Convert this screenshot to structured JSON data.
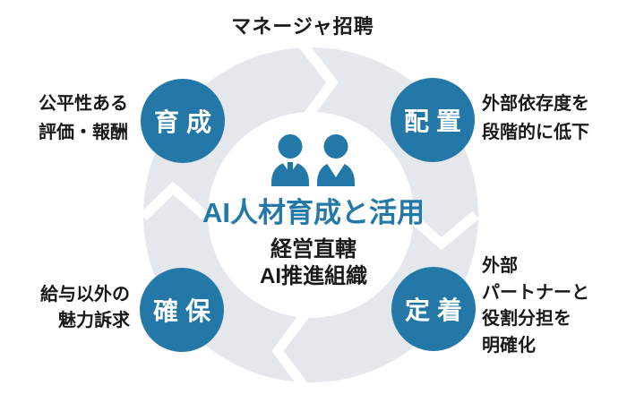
{
  "colors": {
    "accent_blue": "#2478a8",
    "ring_gray": "#e4e7ec",
    "text_dark": "#1a1a1a"
  },
  "diagram": {
    "top_label": "マネージャ招聘",
    "center": {
      "icon": "two-businesspeople-icon",
      "title": "AI人材育成と活用",
      "subtitle_lines": [
        "経営直轄",
        "AI推進組織"
      ]
    },
    "nodes": [
      {
        "id": "ikusei",
        "label": "育成",
        "note_lines": [
          "公平性ある",
          "評価・報酬"
        ]
      },
      {
        "id": "haichi",
        "label": "配置",
        "note_lines": [
          "外部依存度を",
          "段階的に低下"
        ]
      },
      {
        "id": "kakuho",
        "label": "確保",
        "note_lines": [
          "給与以外の",
          "魅力訴求"
        ]
      },
      {
        "id": "teichaku",
        "label": "定着",
        "note_lines": [
          "外部",
          "パートナーと",
          "役割分担を",
          "明確化"
        ]
      }
    ]
  }
}
